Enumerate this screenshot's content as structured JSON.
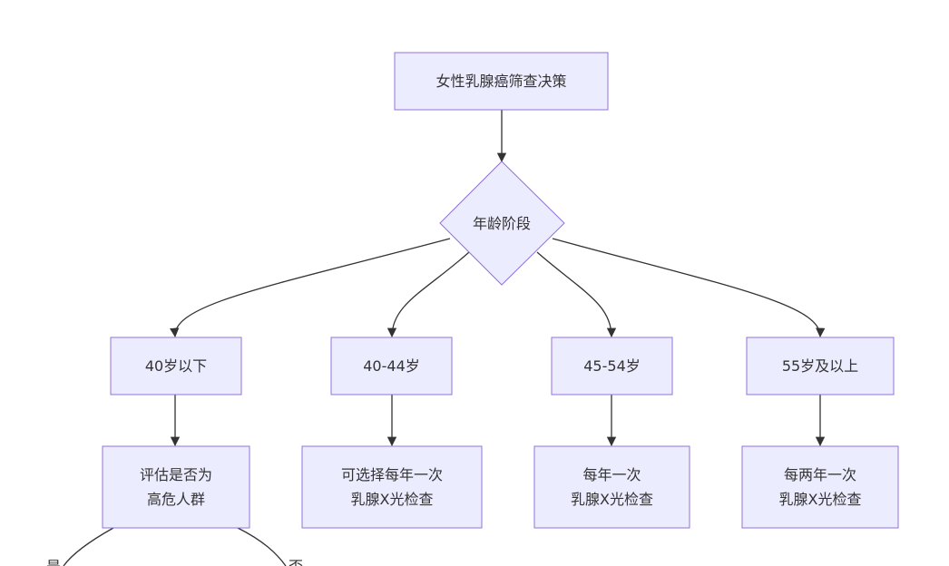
{
  "diagram": {
    "nodes": {
      "root": {
        "lines": [
          "女性乳腺癌筛查决策"
        ]
      },
      "age_stage": {
        "lines": [
          "年龄阶段"
        ]
      },
      "under40": {
        "lines": [
          "40岁以下"
        ]
      },
      "age40_44": {
        "lines": [
          "40-44岁"
        ]
      },
      "age45_54": {
        "lines": [
          "45-54岁"
        ]
      },
      "age55plus": {
        "lines": [
          "55岁及以上"
        ]
      },
      "assess_risk": {
        "lines": [
          "评估是否为",
          "高危人群"
        ]
      },
      "optional_annual": {
        "lines": [
          "可选择每年一次",
          "乳腺X光检查"
        ]
      },
      "annual": {
        "lines": [
          "每年一次",
          "乳腺X光检查"
        ]
      },
      "biennial": {
        "lines": [
          "每两年一次",
          "乳腺X光检查"
        ]
      }
    },
    "edge_labels": {
      "yes": "是",
      "no": "否"
    }
  }
}
